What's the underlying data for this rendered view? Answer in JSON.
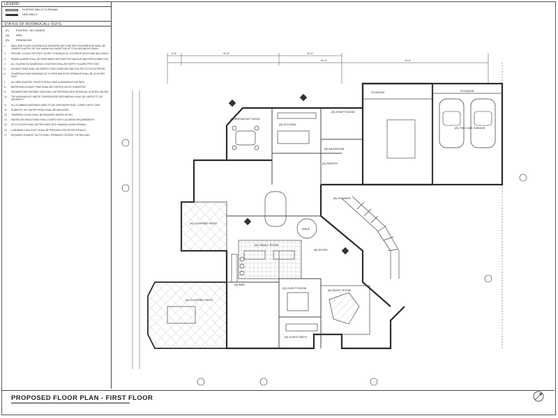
{
  "sheet": {
    "title": "PROPOSED FLOOR PLAN - FIRST FLOOR"
  },
  "legend": {
    "heading": "LEGEND",
    "items": [
      {
        "label": "EXISTING WALLS TO REMAIN"
      },
      {
        "label": "NEW WALLS"
      }
    ]
  },
  "status": {
    "heading": "STATUS OF ROOMS/CALL-OUTS",
    "items": [
      {
        "code": "(E)",
        "label": "EXISTING - NO CHANGE"
      },
      {
        "code": "(N)",
        "label": "NEW"
      },
      {
        "code": "(R)",
        "label": "REMODELED"
      }
    ]
  },
  "notes": [
    {
      "num": "1.",
      "text": "Wall and floor coverings in showers and tubs with showerhead shall be cement plaster or tile having an under tub of 72 inches above drain."
    },
    {
      "num": "2.",
      "text": "Provide 1/4 inch per foot slope to drain at all exterior decks and balconies."
    },
    {
      "num": "3.",
      "text": "Smoke alarms shall be hard wired with battery backup and interconnected."
    },
    {
      "num": "4.",
      "text": "All glazing in hazardous locations shall be safety glazing per code."
    },
    {
      "num": "5.",
      "text": "Exhaust fans shall be Energy Star compliant and ducted to the exterior."
    },
    {
      "num": "6.",
      "text": "Guardrails and handrails at floors and roof openings shall be 42 inches high."
    },
    {
      "num": "7.",
      "text": "All new lavatory faucets shall have a maximum flow rate."
    },
    {
      "num": "8.",
      "text": "Bathroom exhaust fans shall be controlled by humidistat."
    },
    {
      "num": "9.",
      "text": "Showers and shower-tubs shall be provided with individual control valves."
    },
    {
      "num": "10.",
      "text": "The maximum hot water temperature discharging shall be limited to 120 degrees F."
    },
    {
      "num": "11.",
      "text": "All plumbing materials used to deliver water shall comply with code."
    },
    {
      "num": "12.",
      "text": "Domestic hot water piping shall be insulated."
    },
    {
      "num": "13.",
      "text": "Tempered glass shall be required where noted."
    },
    {
      "num": "14.",
      "text": "Water use reductions shall comply with CALGreen requirements."
    },
    {
      "num": "15.",
      "text": "Attic access shall be provided with minimum clear opening."
    },
    {
      "num": "16.",
      "text": "A minimum 4 inch duct shall be provided for dryer exhaust."
    },
    {
      "num": "17.",
      "text": "Required exhaust ducts shall terminate outside the building."
    }
  ],
  "rooms": {
    "kitchen": "(N) KITCHEN",
    "breakfast": "(N) BREAKFAST NOOK",
    "craft": "(N) CRAFT ROOM",
    "garage": "(N) TWO CAR GARAGE",
    "storage_1": "STORAGE",
    "storage_2": "STORAGE",
    "mudroom": "(N) MUDROOM",
    "pantry": "(N) PANTRY",
    "powder": "(N) POWDER",
    "covered_patio_1": "(N) COVERED PATIO",
    "covered_patio_2": "(N) COVERED PATIO",
    "family": "(N) FAMILY ROOM",
    "entry": "(N) ENTRY",
    "bar": "(N) BAR",
    "guest_room": "(N) GUEST ROOM",
    "guest_bath": "(N) GUEST BATH",
    "music_room": "(N) MUSIC ROOM",
    "table": "TABLE"
  },
  "dimensions": {
    "overall": "84'-0\"",
    "seg_a": "5'-6\"",
    "seg_b": "33'-6\"",
    "seg_c": "16'-0\"",
    "seg_d": "13'-6\""
  },
  "colors": {
    "ink": "#222222",
    "wall": "#3a3a3a",
    "hatch": "#777777"
  }
}
